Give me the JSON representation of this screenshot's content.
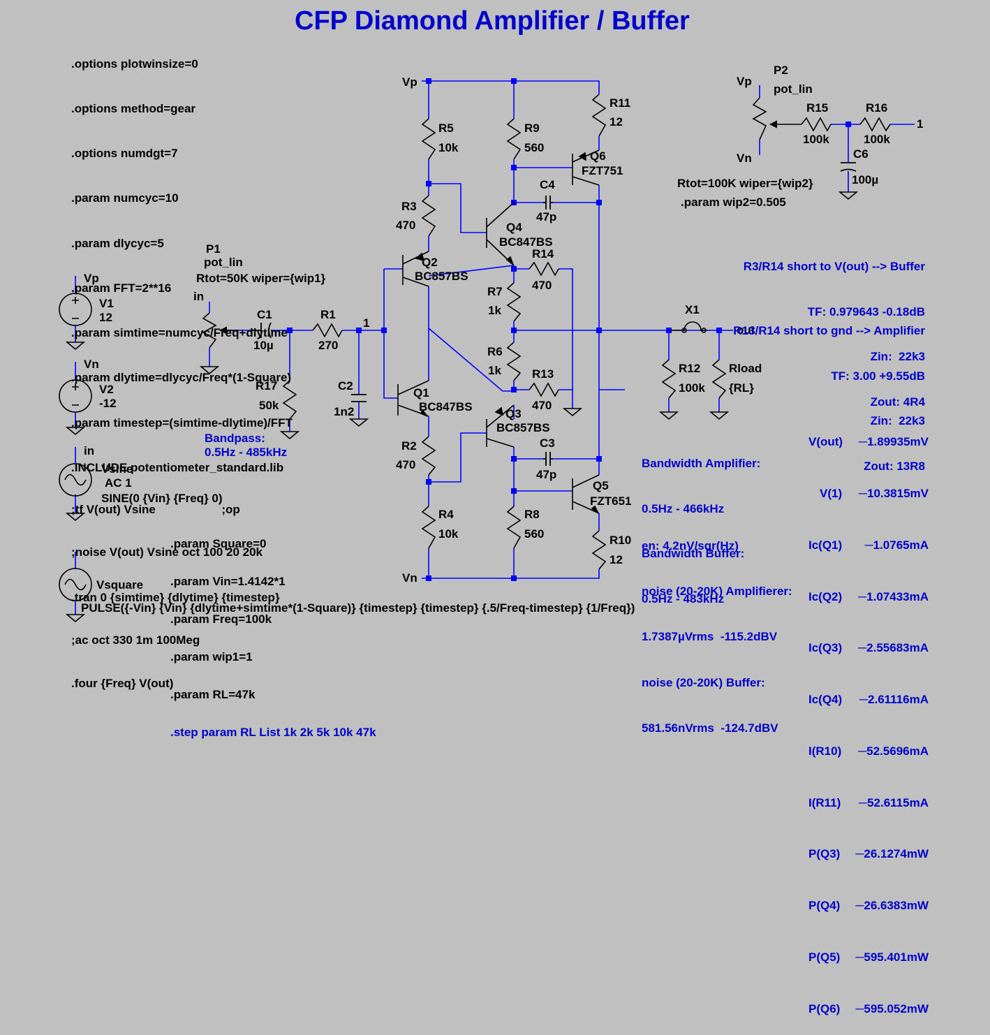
{
  "title": "CFP Diamond Amplifier / Buffer",
  "directives": [
    ".options plotwinsize=0",
    ".options method=gear",
    ".options numdgt=7",
    ".param numcyc=10",
    ".param dlycyc=5",
    ".param FFT=2**16",
    ".param simtime=numcyc/Freq+dlytime",
    ".param dlytime=dlycyc/Freq*(1-Square)",
    ".param timestep=(simtime-dlytime)/FFT",
    ".INCLUDE potentiometer_standard.lib",
    ";tf V(out) Vsine                    ;op",
    ";noise V(out) Vsine oct 100 20 20k",
    ".tran 0 {simtime} {dlytime} {timestep}",
    ";ac oct 330 1m 100Meg",
    ".four {Freq} V(out)"
  ],
  "sources": {
    "v1": {
      "net": "Vp",
      "name": "V1",
      "value": "12"
    },
    "v2": {
      "net": "Vn",
      "name": "V2",
      "value": "-12"
    },
    "vsine": {
      "net": "in",
      "name": "Vsine",
      "ac": "AC 1",
      "value": "SINE(0 {Vin} {Freq} 0)"
    },
    "vsquare": {
      "name": "Vsquare",
      "value": "PULSE({-Vin} {Vin} {dlytime+simtime*(1-Square)} {timestep} {timestep} {.5/Freq-timestep} {1/Freq})"
    }
  },
  "params": [
    ".param Square=0",
    ".param Vin=1.4142*1",
    ".param Freq=100k",
    ".param wip1=1",
    ".param RL=47k"
  ],
  "step": ".step param RL List 1k 2k 5k 10k 47k",
  "pot1": {
    "name": "P1",
    "model": "pot_lin",
    "value": "Rtot=50K wiper={wip1}",
    "net": "in"
  },
  "pot2": {
    "name": "P2",
    "model": "pot_lin",
    "value": "Rtot=100K wiper={wip2}",
    "param": ".param wip2=0.505"
  },
  "nets": {
    "vp": "Vp",
    "vn": "Vn",
    "node1": "1",
    "out": "out"
  },
  "components": {
    "c1": {
      "name": "C1",
      "value": "10µ"
    },
    "r1": {
      "name": "R1",
      "value": "270"
    },
    "r17": {
      "name": "R17",
      "value": "50k"
    },
    "c2": {
      "name": "C2",
      "value": "1n2"
    },
    "r5": {
      "name": "R5",
      "value": "10k"
    },
    "r3": {
      "name": "R3",
      "value": "470"
    },
    "r2": {
      "name": "R2",
      "value": "470"
    },
    "r4": {
      "name": "R4",
      "value": "10k"
    },
    "q1": {
      "name": "Q1",
      "value": "BC847BS"
    },
    "q2": {
      "name": "Q2",
      "value": "BC857BS"
    },
    "q3": {
      "name": "Q3",
      "value": "BC857BS"
    },
    "q4": {
      "name": "Q4",
      "value": "BC847BS"
    },
    "q5": {
      "name": "Q5",
      "value": "FZT651"
    },
    "q6": {
      "name": "Q6",
      "value": "FZT751"
    },
    "r9": {
      "name": "R9",
      "value": "560"
    },
    "r8": {
      "name": "R8",
      "value": "560"
    },
    "r11": {
      "name": "R11",
      "value": "12"
    },
    "r10": {
      "name": "R10",
      "value": "12"
    },
    "c4": {
      "name": "C4",
      "value": "47p"
    },
    "c3": {
      "name": "C3",
      "value": "47p"
    },
    "r14": {
      "name": "R14",
      "value": "470"
    },
    "r13": {
      "name": "R13",
      "value": "470"
    },
    "r7": {
      "name": "R7",
      "value": "1k"
    },
    "r6": {
      "name": "R6",
      "value": "1k"
    },
    "r12": {
      "name": "R12",
      "value": "100k"
    },
    "rload": {
      "name": "Rload",
      "value": "{RL}"
    },
    "x1": {
      "name": "X1"
    },
    "r15": {
      "name": "R15",
      "value": "100k"
    },
    "r16": {
      "name": "R16",
      "value": "100k"
    },
    "c6": {
      "name": "C6",
      "value": "100µ"
    }
  },
  "notes": {
    "buffer": [
      "R3/R14 short to V(out) --> Buffer",
      "TF: 0.979643 -0.18dB",
      "Zin:  22k3",
      "Zout: 4R4"
    ],
    "amplifier": [
      "R13/R14 short to gnd --> Amplifier",
      "TF: 3.00 +9.55dB",
      "Zin:  22k3",
      "Zout: 13R8"
    ],
    "bandpass": [
      "Bandpass:",
      "0.5Hz - 485kHz"
    ],
    "bandwidth": [
      "Bandwidth Amplifier:",
      "0.5Hz - 466kHz",
      "Bandwidth Buffer:",
      "0.5Hz - 483kHz"
    ],
    "noise": [
      "en: 4.2nV/sqr(Hz)",
      "noise (20-20K) Amplifierer:",
      "1.7387µVrms  -115.2dBV",
      "noise (20-20K) Buffer:",
      "581.56nVrms  -124.7dBV"
    ]
  },
  "probes": [
    {
      "label": "V(out)",
      "value": "1.89935mV"
    },
    {
      "label": "V(1)",
      "value": "10.3815mV"
    },
    {
      "label": "Ic(Q1)",
      "value": "1.0765mA"
    },
    {
      "label": "Ic(Q2)",
      "value": "1.07433mA"
    },
    {
      "label": "Ic(Q3)",
      "value": "2.55683mA"
    },
    {
      "label": "Ic(Q4)",
      "value": "2.61116mA"
    },
    {
      "label": "I(R10)",
      "value": "52.5696mA"
    },
    {
      "label": "I(R11)",
      "value": "52.6115mA"
    },
    {
      "label": "P(Q3)",
      "value": "26.1274mW"
    },
    {
      "label": "P(Q4)",
      "value": "26.6383mW"
    },
    {
      "label": "P(Q5)",
      "value": "595.401mW"
    },
    {
      "label": "P(Q6)",
      "value": "595.052mW"
    }
  ],
  "colors": {
    "background": "#c0c0c0",
    "wire": "#0000ff",
    "component": "#000000",
    "annotation": "#0000cc",
    "junction": "#0000ff"
  }
}
